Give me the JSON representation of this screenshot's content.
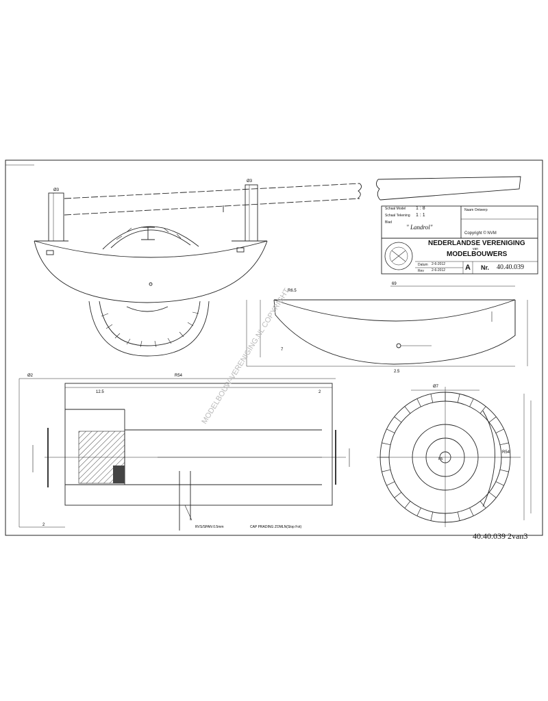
{
  "title_block": {
    "label_schaal_model": "Schaal Model",
    "value_schaal_model": "1 : 8",
    "label_schaal_tekening": "Schaal Tekening",
    "value_schaal_tekening": "1 : 1",
    "label_blad": "Blad",
    "label_naam_ontwerp": "Naam Ontwerp",
    "model_name": "\" Landrol\"",
    "copyright": "Copyright © NVM",
    "org_line1": "NEDERLANDSE VERENIGING",
    "org_van": "van",
    "org_line2": "MODELBOUWERS",
    "label_datum": "Datum",
    "value_datum": "2-6-2012",
    "label_rev": "Rev",
    "value_rev": "2-6-2012",
    "format": "A",
    "number_label": "Nr.",
    "number": "40.40.039"
  },
  "sheet_id": "40.40.039 2van3",
  "watermark": "MODELBOUW-VERENIGING.NL COPYRIGHT",
  "dimensions": {
    "d1": "Ø3",
    "d2": "R6.5",
    "d3": "7",
    "d4": "69",
    "d5": "2.5",
    "d6": "Ø2",
    "d7": "2",
    "d8": "12.5",
    "d9": "Ø7",
    "d10": "R54",
    "d11": "R5"
  },
  "notes": {
    "n1": "RVS/SPAN 0.5mm",
    "n2": "CAP PRADING ZOMLN(Slop Fot)"
  }
}
